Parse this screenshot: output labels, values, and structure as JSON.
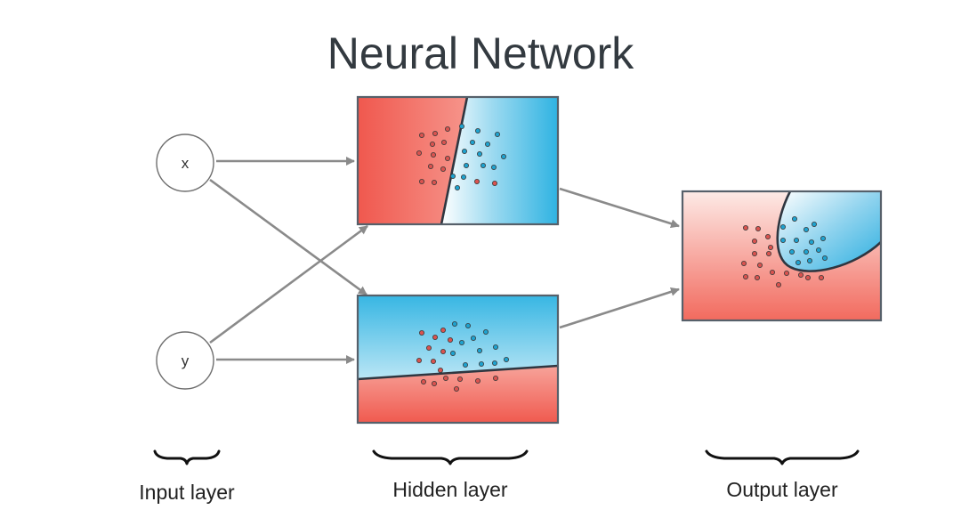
{
  "title": "Neural Network",
  "nodes": {
    "x_label": "x",
    "y_label": "y"
  },
  "layers": {
    "input_label": "Input layer",
    "hidden_label": "Hidden layer",
    "output_label": "Output layer"
  },
  "colors": {
    "red_region": "#f2665a",
    "blue_region": "#2fb6e3",
    "red_point": "#d9534f",
    "blue_point": "#1ea2cf",
    "point_stroke": "#3a3a3a",
    "arrow": "#8a8a8a"
  }
}
